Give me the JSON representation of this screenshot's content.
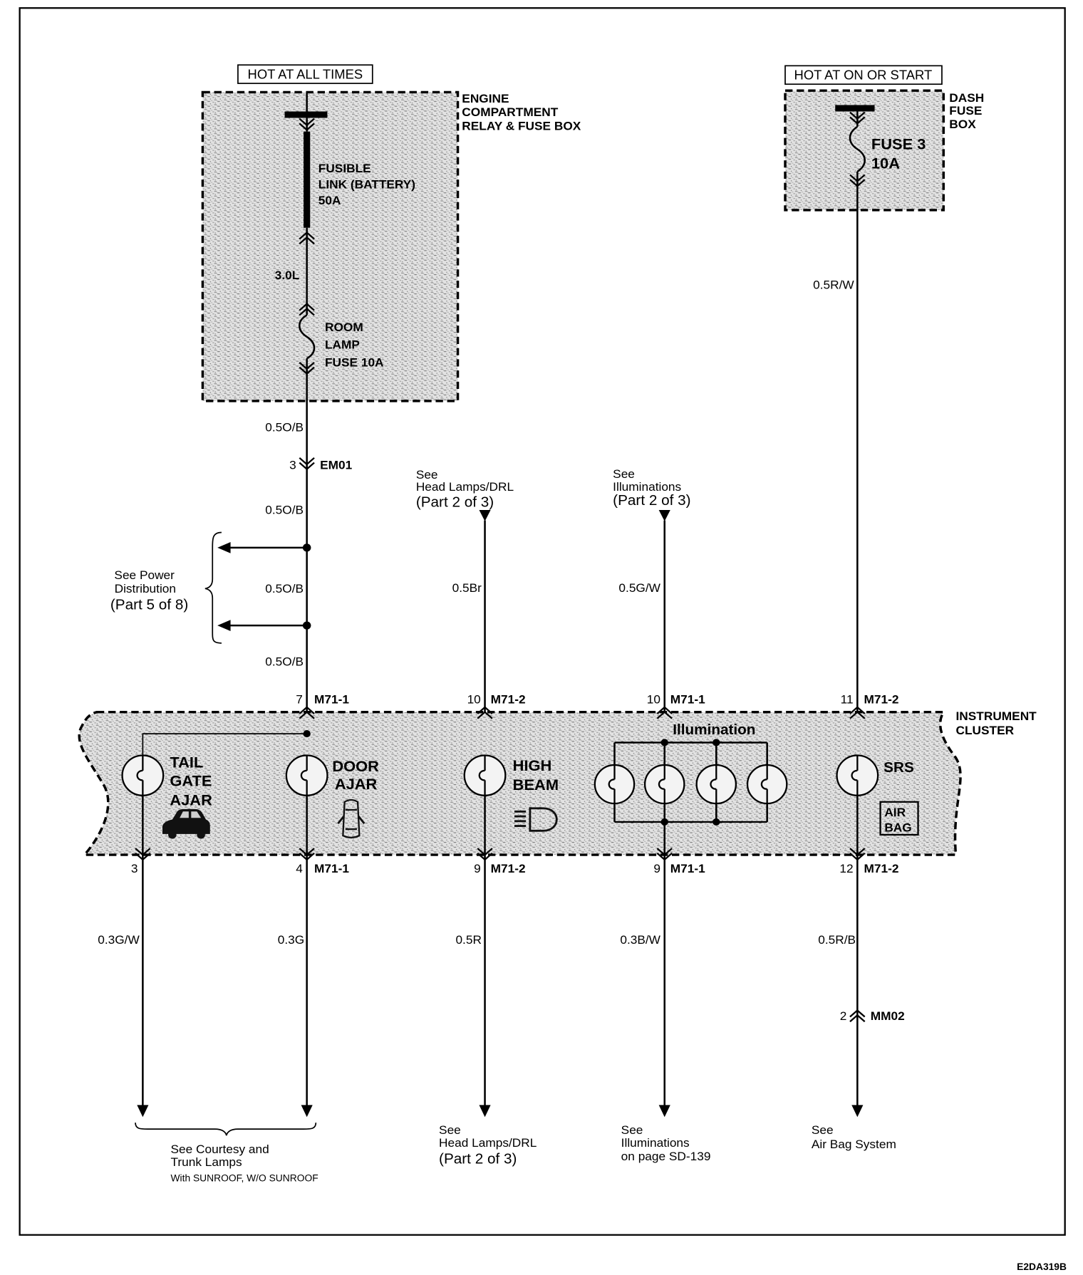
{
  "figure_code": "E2DA319B",
  "left_supply": {
    "hot_label": "HOT AT ALL TIMES",
    "box_label": [
      "ENGINE",
      "COMPARTMENT",
      "RELAY & FUSE BOX"
    ],
    "fusible_link": [
      "FUSIBLE",
      "LINK (BATTERY)",
      "50A"
    ],
    "variant": "3.0L",
    "fuse": [
      "ROOM",
      "LAMP",
      "FUSE 10A"
    ],
    "wire_labels": [
      "0.5O/B",
      "0.5O/B",
      "0.5O/B",
      "0.5O/B"
    ],
    "connector": {
      "pin": "3",
      "id": "EM01"
    },
    "power_distribution_ref": [
      "See Power",
      "Distribution",
      "(Part 5 of 8)"
    ]
  },
  "right_supply": {
    "hot_label": "HOT AT ON OR START",
    "box_label": [
      "DASH",
      "FUSE",
      "BOX"
    ],
    "fuse": [
      "FUSE 3",
      "10A"
    ],
    "wire_label": "0.5R/W"
  },
  "head_lamps_input": {
    "ref": [
      "See",
      "Head Lamps/DRL",
      "(Part 2 of 3)"
    ],
    "wire_label": "0.5Br"
  },
  "illuminations_input": {
    "ref": [
      "See",
      "Illuminations",
      "(Part 2 of 3)"
    ],
    "wire_label": "0.5G/W"
  },
  "instrument_cluster": {
    "label": [
      "INSTRUMENT",
      "CLUSTER"
    ],
    "input_pins": [
      {
        "pin": "7",
        "id": "M71-1"
      },
      {
        "pin": "10",
        "id": "M71-2"
      },
      {
        "pin": "10",
        "id": "M71-1"
      },
      {
        "pin": "11",
        "id": "M71-2"
      }
    ],
    "indicators": {
      "tail_gate_ajar": [
        "TAIL",
        "GATE",
        "AJAR"
      ],
      "door_ajar": [
        "DOOR",
        "AJAR"
      ],
      "high_beam": [
        "HIGH",
        "BEAM"
      ],
      "illumination": "Illumination",
      "srs": "SRS",
      "air_bag": [
        "AIR",
        "BAG"
      ]
    },
    "icons": {
      "tail_gate": "car-trunk-icon",
      "door": "door-ajar-icon",
      "high_beam": "high-beam-icon"
    },
    "output_pins": [
      {
        "pin": "3"
      },
      {
        "pin": "4",
        "id": "M71-1"
      },
      {
        "pin": "9",
        "id": "M71-2"
      },
      {
        "pin": "9",
        "id": "M71-1"
      },
      {
        "pin": "12",
        "id": "M71-2"
      }
    ]
  },
  "output_wires": [
    "0.3G/W",
    "0.3G",
    "0.5R",
    "0.3B/W",
    "0.5R/B"
  ],
  "air_bag_connector": {
    "pin": "2",
    "id": "MM02"
  },
  "output_refs": {
    "courtesy_trunk": [
      "See Courtesy and",
      "Trunk Lamps",
      "With SUNROOF, W/O SUNROOF"
    ],
    "head_lamps": [
      "See",
      "Head Lamps/DRL",
      "(Part 2 of 3)"
    ],
    "illuminations": [
      "See",
      "Illuminations",
      "on page SD-139"
    ],
    "air_bag": [
      "See",
      "Air Bag System"
    ]
  }
}
